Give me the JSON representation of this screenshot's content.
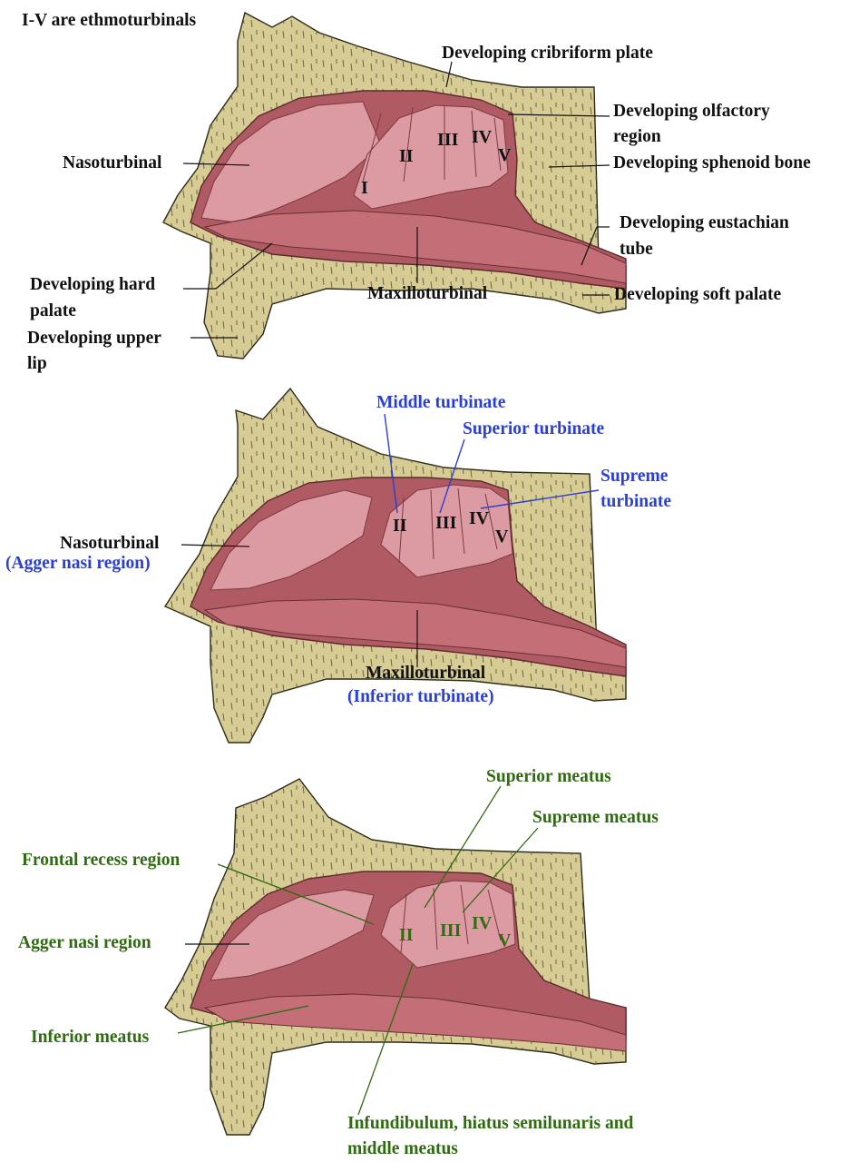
{
  "panel1": {
    "legend": "I-V are ethmoturbinals",
    "labels": {
      "cribriform": "Developing cribriform plate",
      "olfactory_1": "Developing olfactory",
      "olfactory_2": "region",
      "nasoturbinal": "Nasoturbinal",
      "sphenoid": "Developing sphenoid bone",
      "eustachian_1": "Developing eustachian",
      "eustachian_2": "tube",
      "hard_palate_1": "Developing hard",
      "hard_palate_2": "palate",
      "maxilloturbinal": "Maxilloturbinal",
      "soft_palate": "Developing soft palate",
      "upper_lip_1": "Developing upper",
      "upper_lip_2": "lip"
    },
    "numerals": [
      "I",
      "II",
      "III",
      "IV",
      "V"
    ]
  },
  "panel2": {
    "labels": {
      "middle_turbinate": "Middle turbinate",
      "superior_turbinate": "Superior turbinate",
      "supreme_turbinate_1": "Supreme",
      "supreme_turbinate_2": "turbinate",
      "nasoturbinal": "Nasoturbinal",
      "agger_nasi": "(Agger nasi region)",
      "maxilloturbinal": "Maxilloturbinal",
      "inferior_turbinate": "(Inferior turbinate)"
    },
    "numerals": [
      "II",
      "III",
      "IV",
      "V"
    ]
  },
  "panel3": {
    "labels": {
      "superior_meatus": "Superior meatus",
      "supreme_meatus": "Supreme meatus",
      "frontal_recess": "Frontal recess region",
      "agger_nasi": "Agger nasi region",
      "inferior_meatus": "Inferior meatus",
      "infundibulum_1": "Infundibulum, hiatus semilunaris and",
      "infundibulum_2": "middle meatus"
    },
    "numerals": [
      "II",
      "III",
      "IV",
      "V"
    ]
  },
  "colors": {
    "black_text": "#111111",
    "blue_text": "#2a3fd6",
    "green_text": "#2f6b10",
    "bone": "#d8cc95",
    "mucosa": "#b05a63",
    "turbinal": "#dc9aa2"
  }
}
